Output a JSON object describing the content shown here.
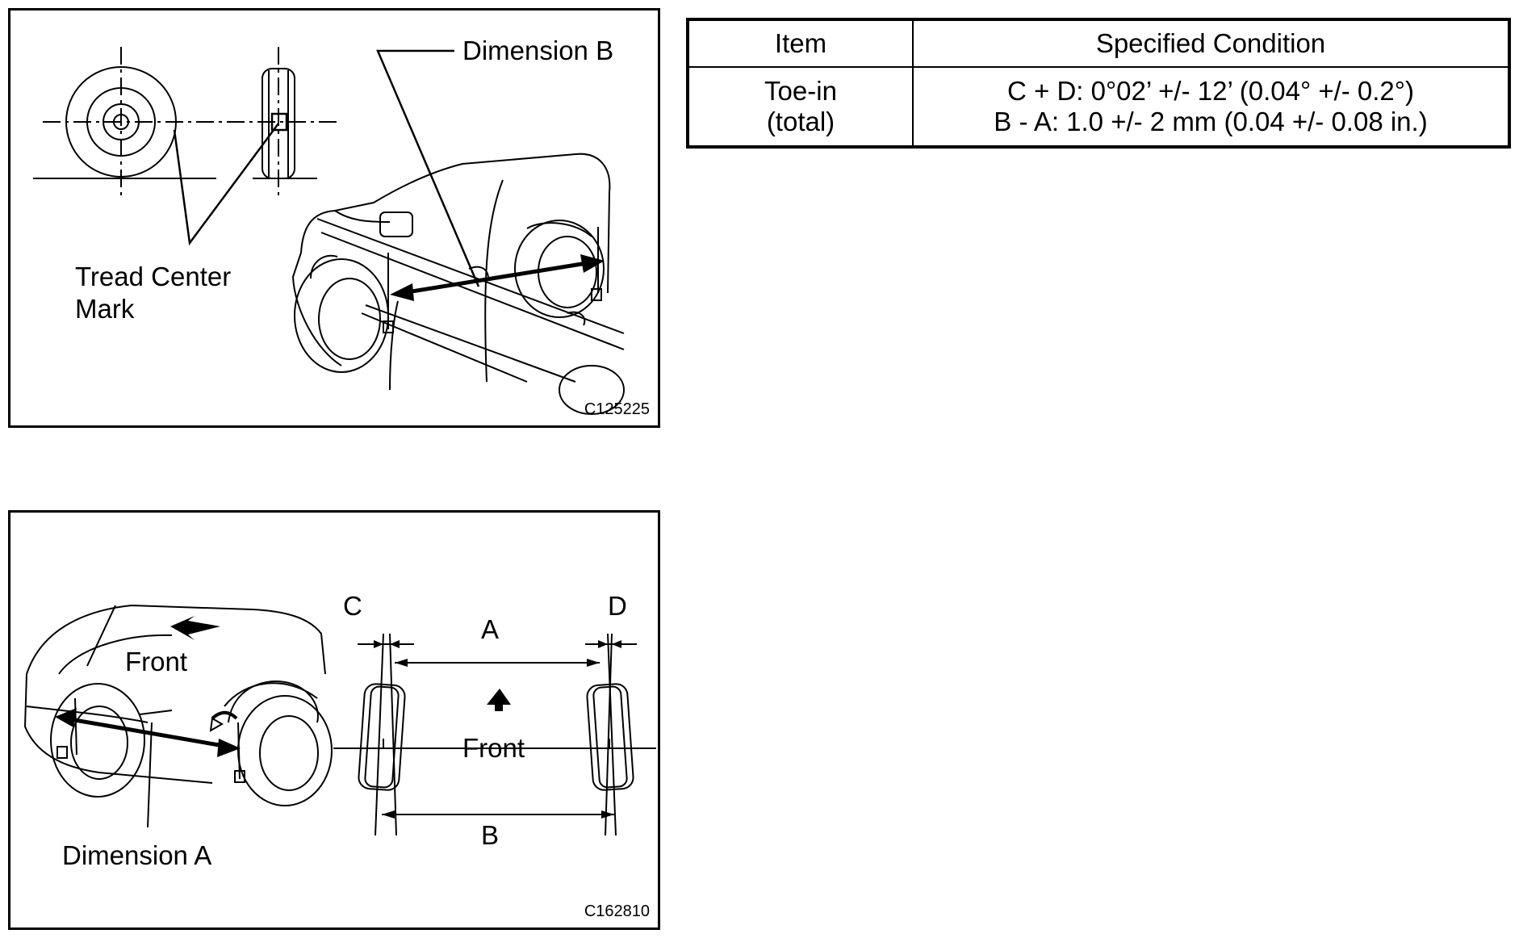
{
  "panel1": {
    "label_dimension_b": "Dimension B",
    "label_tread_center_line1": "Tread Center",
    "label_tread_center_line2": "Mark",
    "figure_code": "C125225"
  },
  "panel2": {
    "label_front_car": "Front",
    "label_dimension_a": "Dimension A",
    "label_c": "C",
    "label_d": "D",
    "label_a": "A",
    "label_b": "B",
    "label_front_arrow": "Front",
    "figure_code": "C162810"
  },
  "spec_table": {
    "header_item": "Item",
    "header_condition": "Specified Condition",
    "row_item_line1": "Toe-in",
    "row_item_line2": "(total)",
    "row_condition_line1": "C + D: 0°02’ +/- 12’ (0.04° +/- 0.2°)",
    "row_condition_line2": "B - A: 1.0 +/- 2 mm (0.04 +/- 0.08 in.)"
  }
}
